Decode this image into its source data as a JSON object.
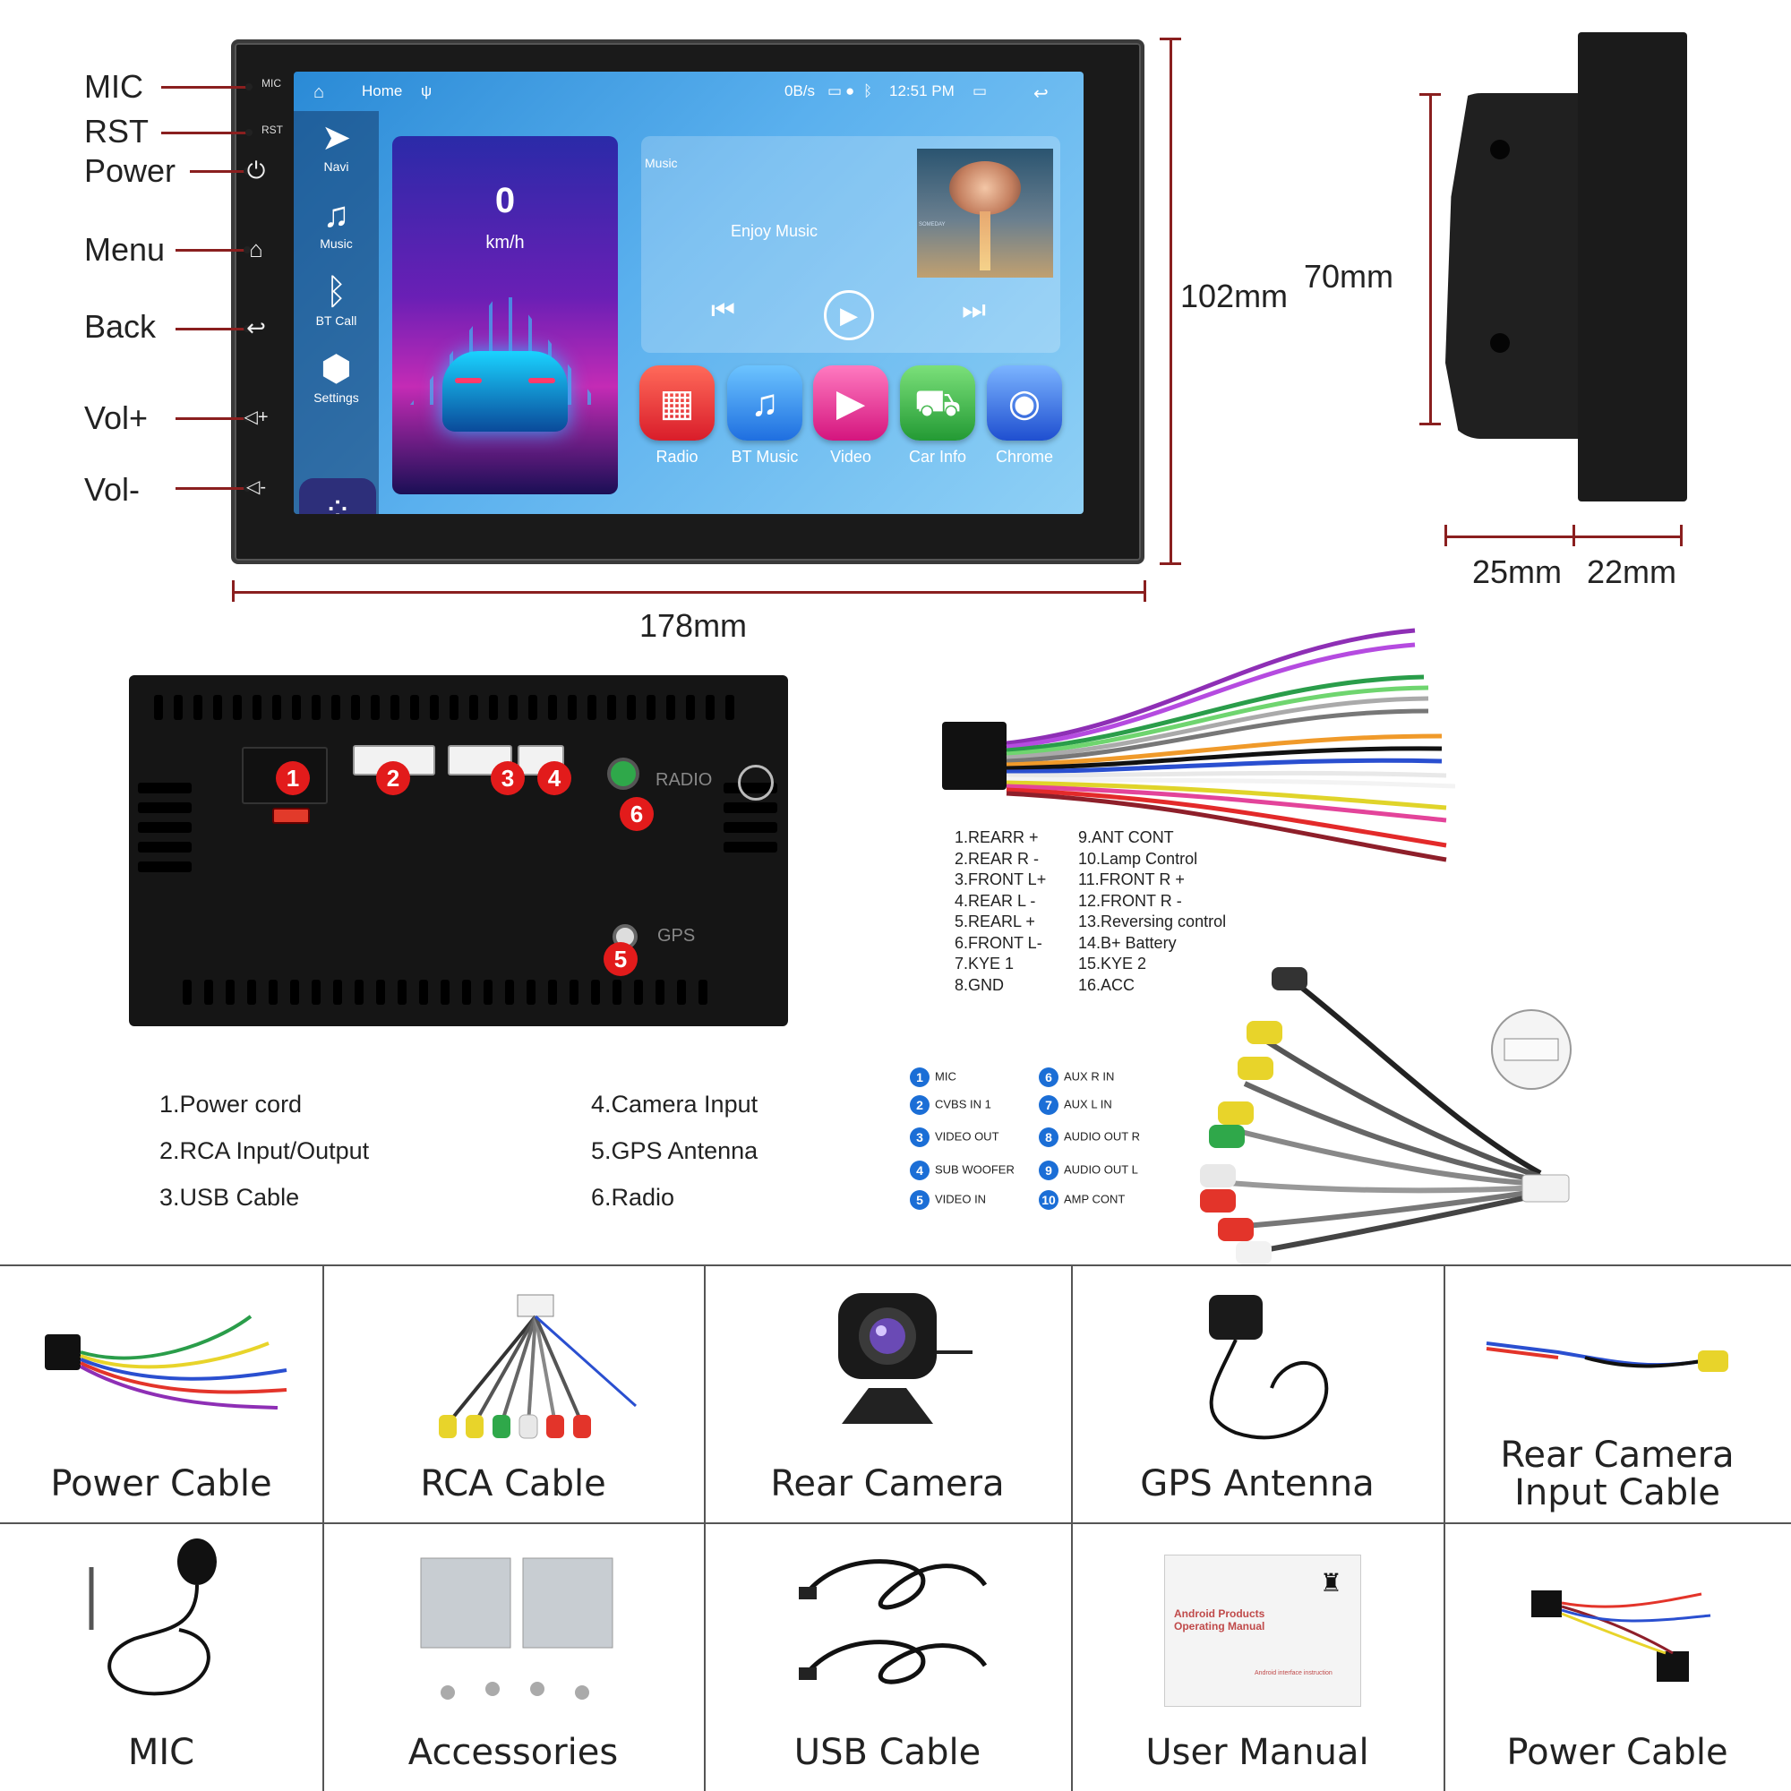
{
  "front": {
    "buttons": [
      {
        "label": "MIC",
        "icon": "mic-hole"
      },
      {
        "label": "RST",
        "icon": "reset-hole"
      },
      {
        "label": "Power",
        "icon": "power-icon"
      },
      {
        "label": "Menu",
        "icon": "home-icon"
      },
      {
        "label": "Back",
        "icon": "back-icon"
      },
      {
        "label": "Vol+",
        "icon": "volume-up-icon"
      },
      {
        "label": "Vol-",
        "icon": "volume-down-icon"
      }
    ],
    "panel_labels": {
      "mic": "MIC",
      "rst": "RST"
    }
  },
  "screen": {
    "status": {
      "home": "Home",
      "net_speed": "0B/s",
      "time": "12:51 PM"
    },
    "dock": [
      {
        "label": "Navi",
        "icon": "navigation-arrow-icon"
      },
      {
        "label": "Music",
        "icon": "music-note-icon"
      },
      {
        "label": "BT Call",
        "icon": "bluetooth-icon"
      },
      {
        "label": "Settings",
        "icon": "hexagon-settings-icon"
      }
    ],
    "speed": {
      "value": "0",
      "unit": "km/h"
    },
    "music": {
      "title": "Music",
      "text": "Enjoy Music",
      "album_caption": "SOMEDAY"
    },
    "apps": [
      {
        "label": "Radio",
        "icon": "radio-icon",
        "color": "#e8343a"
      },
      {
        "label": "BT Music",
        "icon": "bt-music-icon",
        "color": "#2f8de4"
      },
      {
        "label": "Video",
        "icon": "play-icon",
        "color": "#e2378f"
      },
      {
        "label": "Car Info",
        "icon": "car-icon",
        "color": "#3fb54a"
      },
      {
        "label": "Chrome",
        "icon": "chrome-swirl-icon",
        "color": "#2f6fe0"
      }
    ]
  },
  "dimensions": {
    "width": "178mm",
    "height": "102mm",
    "depth_height": "70mm",
    "depth_front": "25mm",
    "depth_back": "22mm"
  },
  "rear": {
    "marks": {
      "radio": "RADIO",
      "gps": "GPS"
    },
    "legend": [
      "1.Power cord",
      "2.RCA Input/Output",
      "3.USB Cable",
      "4.Camera Input",
      "5.GPS Antenna",
      "6.Radio"
    ]
  },
  "power_harness": {
    "pins_left": [
      "1.REARR +",
      "2.REAR R -",
      "3.FRONT L+",
      "4.REAR L -",
      "5.REARL +",
      "6.FRONT L-",
      "7.KYE 1",
      "8.GND"
    ],
    "pins_right": [
      "9.ANT CONT",
      "10.Lamp Control",
      "11.FRONT R +",
      "12.FRONT R -",
      "13.Reversing control",
      "14.B+ Battery",
      "15.KYE 2",
      "16.ACC"
    ]
  },
  "rca_harness": {
    "left": [
      {
        "n": "1",
        "label": "MIC"
      },
      {
        "n": "2",
        "label": "CVBS IN 1"
      },
      {
        "n": "3",
        "label": "VIDEO OUT"
      },
      {
        "n": "4",
        "label": "SUB WOOFER"
      },
      {
        "n": "5",
        "label": "VIDEO IN"
      }
    ],
    "right": [
      {
        "n": "6",
        "label": "AUX R IN"
      },
      {
        "n": "7",
        "label": "AUX L IN"
      },
      {
        "n": "8",
        "label": "AUDIO OUT R"
      },
      {
        "n": "9",
        "label": "AUDIO OUT L"
      },
      {
        "n": "10",
        "label": "AMP CONT"
      }
    ]
  },
  "package": {
    "row1": [
      "Power Cable",
      "RCA Cable",
      "Rear Camera",
      "GPS Antenna",
      "Rear Camera\nInput Cable"
    ],
    "row2": [
      "MIC",
      "Accessories",
      "USB Cable",
      "User Manual",
      "Power Cable"
    ],
    "manual_cover": {
      "title": "Android Products\nOperating Manual",
      "subtitle": "Android interface instruction"
    }
  }
}
